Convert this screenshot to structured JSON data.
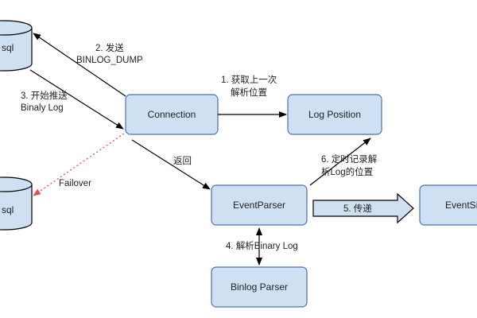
{
  "nodes": {
    "mysql_master": "sql",
    "mysql_slave": "sql",
    "connection": "Connection",
    "log_position": "Log Position",
    "event_parser": "EventParser",
    "binlog_parser": "Binlog Parser",
    "event_sink": "EventSi"
  },
  "edges": {
    "send_dump": {
      "line1": "2. 发送",
      "line2": "BINLOG_DUMP"
    },
    "push_log": {
      "line1": "3. 开始推送",
      "line2": "Binaly Log"
    },
    "fetch_position": {
      "line1": "1. 获取上一次",
      "line2": "解析位置"
    },
    "failover": "Failover",
    "return": "返回",
    "record_position": {
      "line1": "6. 定时记录解",
      "line2": "析Log的位置"
    },
    "deliver": "5. 传递",
    "parse_binlog": "4. 解析Binary Log"
  },
  "colors": {
    "box_fill": "#cfe0f3",
    "box_stroke": "#4a72b0",
    "arrow": "#000000",
    "failover": "#e05050"
  }
}
